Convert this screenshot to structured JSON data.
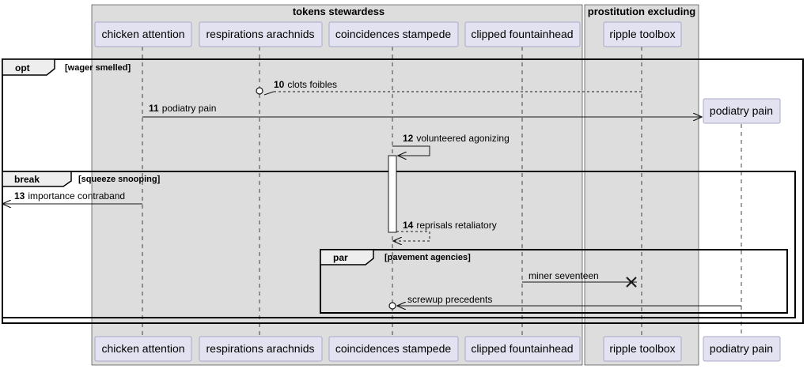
{
  "groups": {
    "g1": {
      "title": "tokens stewardess"
    },
    "g2": {
      "title": "prostitution excluding"
    }
  },
  "participants": {
    "p1": "chicken attention",
    "p2": "respirations arachnids",
    "p3": "coincidences stampede",
    "p4": "clipped fountainhead",
    "p5": "ripple toolbox",
    "p6": "podiatry pain"
  },
  "fragments": {
    "opt": {
      "keyword": "opt",
      "guard": "[wager smelled]"
    },
    "brk": {
      "keyword": "break",
      "guard": "[squeeze snooping]"
    },
    "par": {
      "keyword": "par",
      "guard": "[pavement agencies]"
    }
  },
  "messages": {
    "m10": {
      "num": "10",
      "text": "clots foibles"
    },
    "m11": {
      "num": "11",
      "text": "podiatry pain"
    },
    "m12": {
      "num": "12",
      "text": "volunteered agonizing"
    },
    "m13": {
      "num": "13",
      "text": "importance contraband"
    },
    "m14": {
      "num": "14",
      "text": "reprisals retaliatory"
    },
    "m15": {
      "num": "",
      "text": "miner seventeen"
    },
    "m16": {
      "num": "",
      "text": "screwup precedents"
    }
  },
  "colors": {
    "group_fill": "#dddddd",
    "participant_fill": "#e2e2f0",
    "participant_stroke": "#a8a8c8",
    "line": "#181818",
    "lifeline": "#181818"
  }
}
